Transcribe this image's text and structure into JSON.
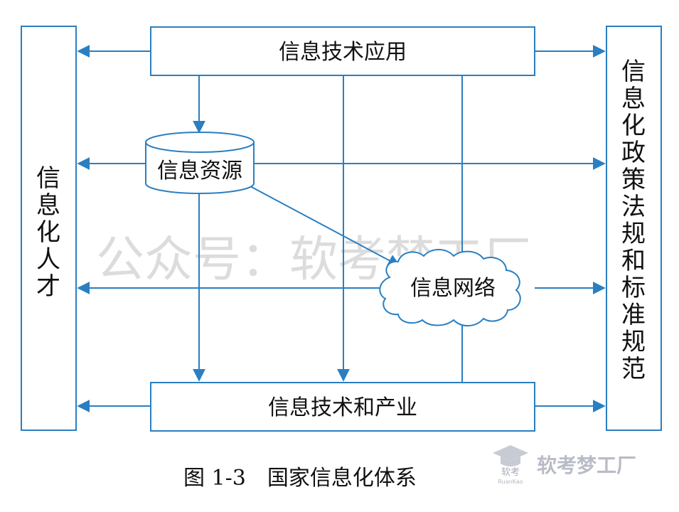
{
  "nodes": {
    "app": "信息技术应用",
    "resources": "信息资源",
    "network": "信息网络",
    "industry": "信息技术和产业",
    "talent": [
      "信",
      "息",
      "化",
      "人",
      "才"
    ],
    "policy": [
      "信",
      "息",
      "化",
      "政",
      "策",
      "法",
      "规",
      "和",
      "标",
      "准",
      "规",
      "范"
    ]
  },
  "caption": "图 1-3　国家信息化体系",
  "watermark": "公众号：软考梦工厂",
  "brand": {
    "logo_text": "软考",
    "logo_sub": "RuanKao",
    "name": "软考梦工厂"
  },
  "colors": {
    "line": "#2a7fc1",
    "text": "#111111"
  }
}
